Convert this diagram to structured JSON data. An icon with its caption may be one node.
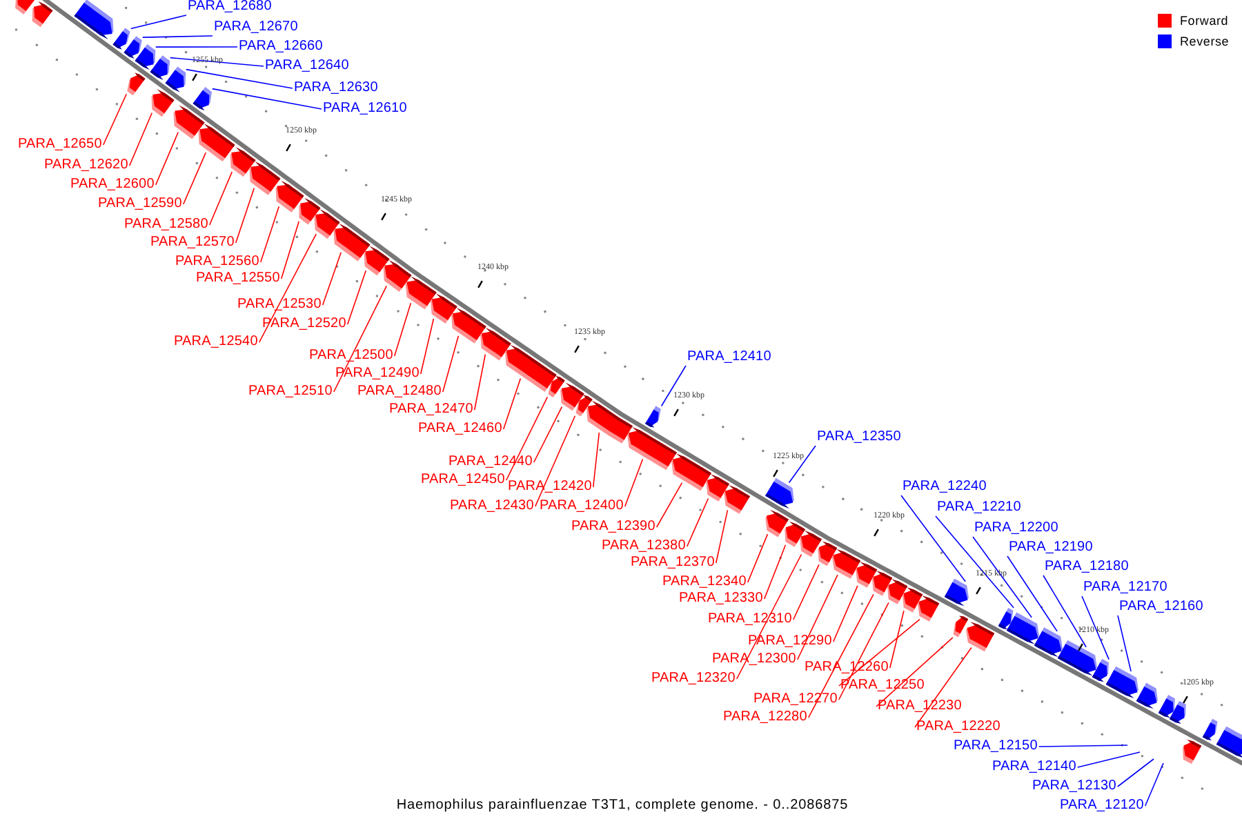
{
  "diagram": {
    "caption": "Haemophilus parainfluenzae T3T1, complete genome. - 0..2086875",
    "nodes": [
      {
        "text": [
          "PARA_12680"
        ]
      },
      {
        "text": [
          "PARA_12670"
        ]
      },
      {
        "text": [
          "PARA_12660"
        ]
      },
      {
        "text": [
          "PARA_12640"
        ]
      },
      {
        "text": [
          "PARA_12630"
        ]
      },
      {
        "text": [
          "PARA_12610"
        ]
      },
      {
        "text": [
          "PARA_12650"
        ]
      },
      {
        "text": [
          "PARA_12620"
        ]
      },
      {
        "text": [
          "PARA_12600"
        ]
      },
      {
        "text": [
          "PARA_12590"
        ]
      },
      {
        "text": [
          "PARA_12580"
        ]
      },
      {
        "text": [
          "PARA_12570"
        ]
      },
      {
        "text": [
          "PARA_12560"
        ]
      },
      {
        "text": [
          "PARA_12550"
        ]
      },
      {
        "text": [
          "PARA_12530"
        ]
      },
      {
        "text": [
          "PARA_12520"
        ]
      },
      {
        "text": [
          "PARA_12540"
        ]
      },
      {
        "text": [
          "PARA_12500"
        ]
      },
      {
        "text": [
          "PARA_12410"
        ]
      },
      {
        "text": [
          "PARA_12490"
        ]
      },
      {
        "text": [
          "PARA_12510"
        ]
      },
      {
        "text": [
          "PARA_12480"
        ]
      },
      {
        "text": [
          "PARA_12470"
        ]
      },
      {
        "text": [
          "PARA_12460"
        ]
      },
      {
        "text": [
          "PARA_12350"
        ]
      },
      {
        "text": [
          "PARA_12440"
        ]
      },
      {
        "text": [
          "PARA_12450"
        ]
      },
      {
        "text": [
          "PARA_12420"
        ]
      },
      {
        "text": [
          "PARA_12240"
        ]
      },
      {
        "text": [
          "PARA_12430"
        ]
      },
      {
        "text": [
          "PARA_12400"
        ]
      },
      {
        "text": [
          "PARA_12210"
        ]
      },
      {
        "text": [
          "PARA_12390"
        ]
      },
      {
        "text": [
          "PARA_12200"
        ]
      },
      {
        "text": [
          "PARA_12380"
        ]
      },
      {
        "text": [
          "PARA_12190"
        ]
      },
      {
        "text": [
          "PARA_12370"
        ]
      },
      {
        "text": [
          "PARA_12180"
        ]
      },
      {
        "text": [
          "PARA_12340"
        ]
      },
      {
        "text": [
          "PARA_12170"
        ]
      },
      {
        "text": [
          "PARA_12330"
        ]
      },
      {
        "text": [
          "PARA_12160"
        ]
      },
      {
        "text": [
          "PARA_12310"
        ]
      },
      {
        "text": [
          "PARA_12290"
        ]
      },
      {
        "text": [
          "PARA_12300"
        ]
      },
      {
        "text": [
          "PARA_12260"
        ]
      },
      {
        "text": [
          "PARA_12320"
        ]
      },
      {
        "text": [
          "PARA_12250"
        ]
      },
      {
        "text": [
          "PARA_12270"
        ]
      },
      {
        "text": [
          "PARA_12230"
        ]
      },
      {
        "text": [
          "PARA_12280"
        ]
      },
      {
        "text": [
          "PARA_12220"
        ]
      },
      {
        "text": [
          "PARA_12150"
        ]
      },
      {
        "text": [
          "PARA_12140"
        ]
      },
      {
        "text": [
          "PARA_12130"
        ]
      },
      {
        "text": [
          "PARA_12120"
        ]
      },
      {
        "text": [],
        "shape": "arrow"
      },
      {
        "text": [],
        "shape": "arrow"
      },
      {
        "text": [],
        "shape": "arrow"
      },
      {
        "text": [],
        "shape": "arrow"
      },
      {
        "text": [],
        "shape": "arrow"
      },
      {
        "text": [],
        "shape": "arrow"
      },
      {
        "text": [],
        "shape": "arrow"
      },
      {
        "text": [],
        "shape": "arrow"
      },
      {
        "text": [],
        "shape": "arrow"
      },
      {
        "text": [],
        "shape": "arrow"
      },
      {
        "text": [],
        "shape": "arrow"
      },
      {
        "text": [],
        "shape": "arrow"
      },
      {
        "text": [],
        "shape": "arrow"
      },
      {
        "text": [],
        "shape": "arrow"
      },
      {
        "text": [],
        "shape": "arrow"
      },
      {
        "text": [],
        "shape": "arrow"
      },
      {
        "text": [],
        "shape": "arrow"
      },
      {
        "text": [],
        "shape": "arrow"
      },
      {
        "text": [],
        "shape": "arrow"
      },
      {
        "text": [],
        "shape": "arrow"
      },
      {
        "text": [],
        "shape": "arrow"
      },
      {
        "text": [],
        "shape": "arrow"
      },
      {
        "text": [],
        "shape": "arrow"
      },
      {
        "text": [],
        "shape": "arrow"
      },
      {
        "text": [],
        "shape": "arrow"
      },
      {
        "text": [],
        "shape": "arrow"
      },
      {
        "text": [],
        "shape": "arrow"
      },
      {
        "text": [],
        "shape": "arrow"
      },
      {
        "text": [],
        "shape": "arrow"
      },
      {
        "text": [],
        "shape": "arrow"
      },
      {
        "text": [],
        "shape": "arrow"
      },
      {
        "text": [],
        "shape": "arrow"
      },
      {
        "text": [],
        "shape": "arrow"
      },
      {
        "text": [],
        "shape": "arrow"
      },
      {
        "text": [],
        "shape": "arrow"
      },
      {
        "text": [],
        "shape": "arrow"
      },
      {
        "text": [],
        "shape": "arrow"
      },
      {
        "text": [],
        "shape": "arrow"
      },
      {
        "text": [],
        "shape": "arrow"
      },
      {
        "text": [],
        "shape": "arrow"
      },
      {
        "text": [],
        "shape": "arrow"
      },
      {
        "text": [],
        "shape": "arrow"
      },
      {
        "text": [],
        "shape": "arrow"
      },
      {
        "text": [],
        "shape": "arrow"
      },
      {
        "text": [],
        "shape": "arrow"
      },
      {
        "text": [],
        "shape": "arrow"
      },
      {
        "text": [],
        "shape": "arrow"
      },
      {
        "text": [],
        "shape": "arrow"
      },
      {
        "text": [],
        "shape": "arrow"
      },
      {
        "text": [],
        "shape": "arrow"
      },
      {
        "text": [],
        "shape": "arrow"
      },
      {
        "text": [],
        "shape": "arrow"
      },
      {
        "text": [],
        "shape": "arrow"
      },
      {
        "text": [],
        "shape": "arrow"
      },
      {
        "text": [],
        "shape": "arrow"
      },
      {
        "text": [],
        "shape": "arrow"
      },
      {
        "text": [],
        "shape": "arrow"
      },
      {
        "text": [],
        "shape": "arrow"
      },
      {
        "text": [],
        "shape": "arrow"
      },
      {
        "text": [],
        "shape": "arrow"
      },
      {
        "text": [],
        "shape": "arrow"
      }
    ],
    "edges": [
      {
        "from": 0,
        "to": 59,
        "arrow": "none",
        "color": "#0000ff"
      },
      {
        "from": 1,
        "to": 60,
        "arrow": "none",
        "color": "#0000ff"
      },
      {
        "from": 2,
        "to": 61,
        "arrow": "none",
        "color": "#0000ff"
      },
      {
        "from": 3,
        "to": 63,
        "arrow": "none",
        "color": "#0000ff"
      },
      {
        "from": 4,
        "to": 65,
        "arrow": "none",
        "color": "#0000ff"
      },
      {
        "from": 5,
        "to": 67,
        "arrow": "none",
        "color": "#0000ff"
      },
      {
        "from": 6,
        "to": 62,
        "arrow": "none"
      },
      {
        "from": 7,
        "to": 64,
        "arrow": "none"
      },
      {
        "from": 8,
        "to": 66,
        "arrow": "none"
      },
      {
        "from": 9,
        "to": 68,
        "arrow": "none"
      },
      {
        "from": 10,
        "to": 69,
        "arrow": "none"
      },
      {
        "from": 11,
        "to": 70,
        "arrow": "none"
      },
      {
        "from": 12,
        "to": 71,
        "arrow": "none"
      },
      {
        "from": 13,
        "to": 72,
        "arrow": "none"
      },
      {
        "from": 14,
        "to": 74,
        "arrow": "none"
      },
      {
        "from": 15,
        "to": 75,
        "arrow": "none"
      },
      {
        "from": 16,
        "to": 73,
        "arrow": "none"
      },
      {
        "from": 17,
        "to": 77,
        "arrow": "none"
      },
      {
        "from": 18,
        "to": 87,
        "arrow": "none",
        "color": "#0000ff"
      },
      {
        "from": 19,
        "to": 78,
        "arrow": "none"
      },
      {
        "from": 20,
        "to": 76,
        "arrow": "none"
      },
      {
        "from": 21,
        "to": 79,
        "arrow": "none"
      },
      {
        "from": 22,
        "to": 80,
        "arrow": "none"
      },
      {
        "from": 23,
        "to": 81,
        "arrow": "none"
      },
      {
        "from": 24,
        "to": 91,
        "arrow": "none",
        "color": "#0000ff"
      },
      {
        "from": 25,
        "to": 83,
        "arrow": "none"
      },
      {
        "from": 26,
        "to": 82,
        "arrow": "none"
      },
      {
        "from": 27,
        "to": 85,
        "arrow": "none"
      },
      {
        "from": 28,
        "to": 102,
        "arrow": "none",
        "color": "#0000ff"
      },
      {
        "from": 29,
        "to": 84,
        "arrow": "none"
      },
      {
        "from": 30,
        "to": 86,
        "arrow": "none"
      },
      {
        "from": 31,
        "to": 105,
        "arrow": "none",
        "color": "#0000ff"
      },
      {
        "from": 32,
        "to": 88,
        "arrow": "none"
      },
      {
        "from": 33,
        "to": 106,
        "arrow": "none",
        "color": "#0000ff"
      },
      {
        "from": 34,
        "to": 89,
        "arrow": "none"
      },
      {
        "from": 35,
        "to": 107,
        "arrow": "none",
        "color": "#0000ff"
      },
      {
        "from": 36,
        "to": 90,
        "arrow": "none"
      },
      {
        "from": 37,
        "to": 108,
        "arrow": "none",
        "color": "#0000ff"
      },
      {
        "from": 38,
        "to": 92,
        "arrow": "none"
      },
      {
        "from": 39,
        "to": 109,
        "arrow": "none",
        "color": "#0000ff"
      },
      {
        "from": 40,
        "to": 93,
        "arrow": "none"
      },
      {
        "from": 41,
        "to": 110,
        "arrow": "none",
        "color": "#0000ff"
      },
      {
        "from": 42,
        "to": 95,
        "arrow": "none"
      },
      {
        "from": 43,
        "to": 97,
        "arrow": "none"
      },
      {
        "from": 44,
        "to": 96,
        "arrow": "none"
      },
      {
        "from": 45,
        "to": 100,
        "arrow": "none"
      },
      {
        "from": 46,
        "to": 94,
        "arrow": "none"
      },
      {
        "from": 47,
        "to": 101,
        "arrow": "none"
      },
      {
        "from": 48,
        "to": 99,
        "arrow": "none"
      },
      {
        "from": 49,
        "to": 103,
        "arrow": "none"
      },
      {
        "from": 50,
        "to": 98,
        "arrow": "none"
      },
      {
        "from": 51,
        "to": 104,
        "arrow": "none"
      },
      {
        "from": 52,
        "to": null,
        "arrow": "none",
        "color": "#0000ff"
      },
      {
        "from": 53,
        "to": null,
        "arrow": "none",
        "color": "#0000ff"
      },
      {
        "from": 54,
        "to": null,
        "arrow": "none",
        "color": "#0000ff"
      },
      {
        "from": 55,
        "to": null,
        "arrow": "none",
        "color": "#0000ff"
      }
    ],
    "labels": [
      "1255 kbp",
      "1250 kbp",
      "1245 kbp",
      "1240 kbp",
      "1235 kbp",
      "1230 kbp",
      "1225 kbp",
      "1220 kbp",
      "1215 kbp",
      "1210 kbp",
      "1205 kbp"
    ],
    "legend": [
      {
        "text": "Forward",
        "color": "#ff0000"
      },
      {
        "text": "Reverse",
        "color": "#0000ff"
      }
    ]
  }
}
